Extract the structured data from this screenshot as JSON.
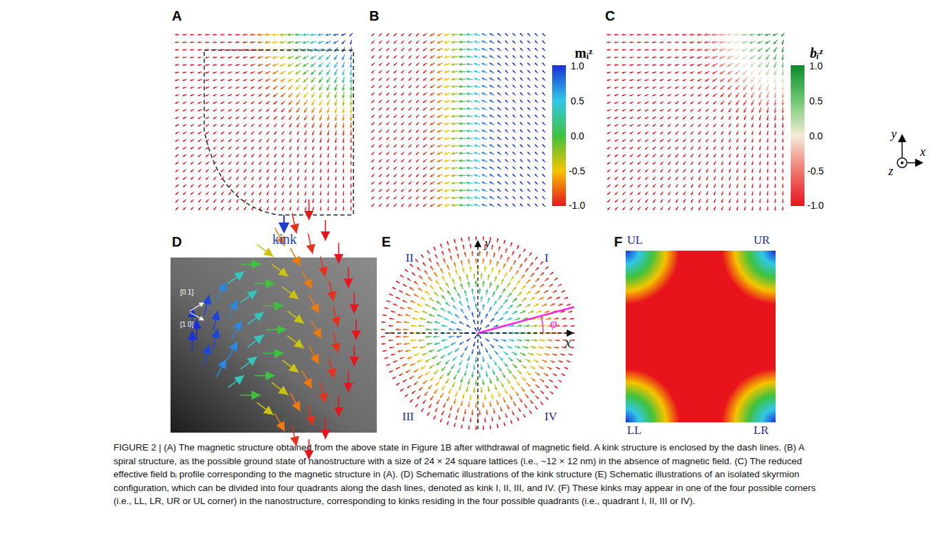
{
  "diagram": {
    "caption": "FIGURE 2 | (A) The magnetic structure obtained from the above state in Figure 1B after withdrawal of magnetic field. A kink structure is enclosed by the dash lines. (B) A spiral structure, as the possible ground state of nanostructure with a size of 24 × 24 square lattices (i.e., ~12 × 12 nm) in the absence of magnetic field. (C) The reduced effective field bᵢ profile corresponding to the magnetic structure in (A). (D) Schematic illustrations of the kink structure (E) Schematic illustrations of an isolated skyrmion configuration, which can be divided into four quadrants along the dash lines, denoted as kink I, II, III, and IV. (F) These kinks may appear in one of the four possible corners (i.e., LL, LR, UR or UL corner) in the nanostructure, corresponding to kinks residing in the four possible quadrants (i.e., quadrant I, II, III or IV).",
    "labels": [
      "A",
      "B",
      "C",
      "kink",
      "mᵢᶻ",
      "1.0",
      "0.5",
      "0.0",
      "-0.5",
      "-1.0",
      "bᵢᶻ",
      "1.0",
      "0.5",
      "0.0",
      "-0.5",
      "-1.0",
      "y",
      "z",
      "x",
      "D",
      "E",
      "F",
      "[0 1]",
      "[1 0]",
      "y",
      "x",
      "φ",
      "II",
      "I",
      "III",
      "IV",
      "UL",
      "UR",
      "LL",
      "LR"
    ]
  }
}
